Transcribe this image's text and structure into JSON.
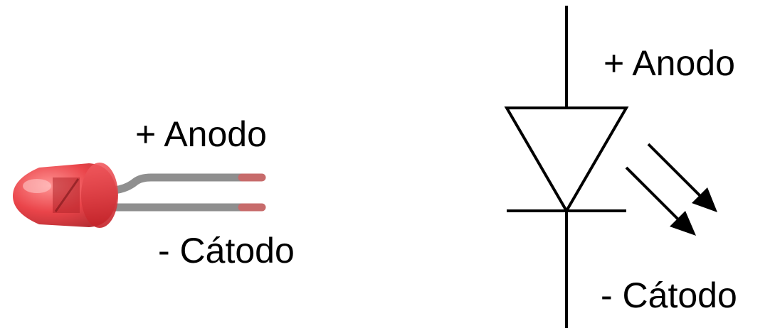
{
  "led_photo": {
    "anode_label": "+ Anodo",
    "cathode_label": "- Cátodo",
    "body_color": "#e8343a",
    "lead_color": "#8f8f8f",
    "lead_tip_color": "#c76b6b"
  },
  "led_symbol": {
    "anode_label": "+ Anodo",
    "cathode_label": "- Cátodo",
    "stroke_color": "#000000"
  }
}
